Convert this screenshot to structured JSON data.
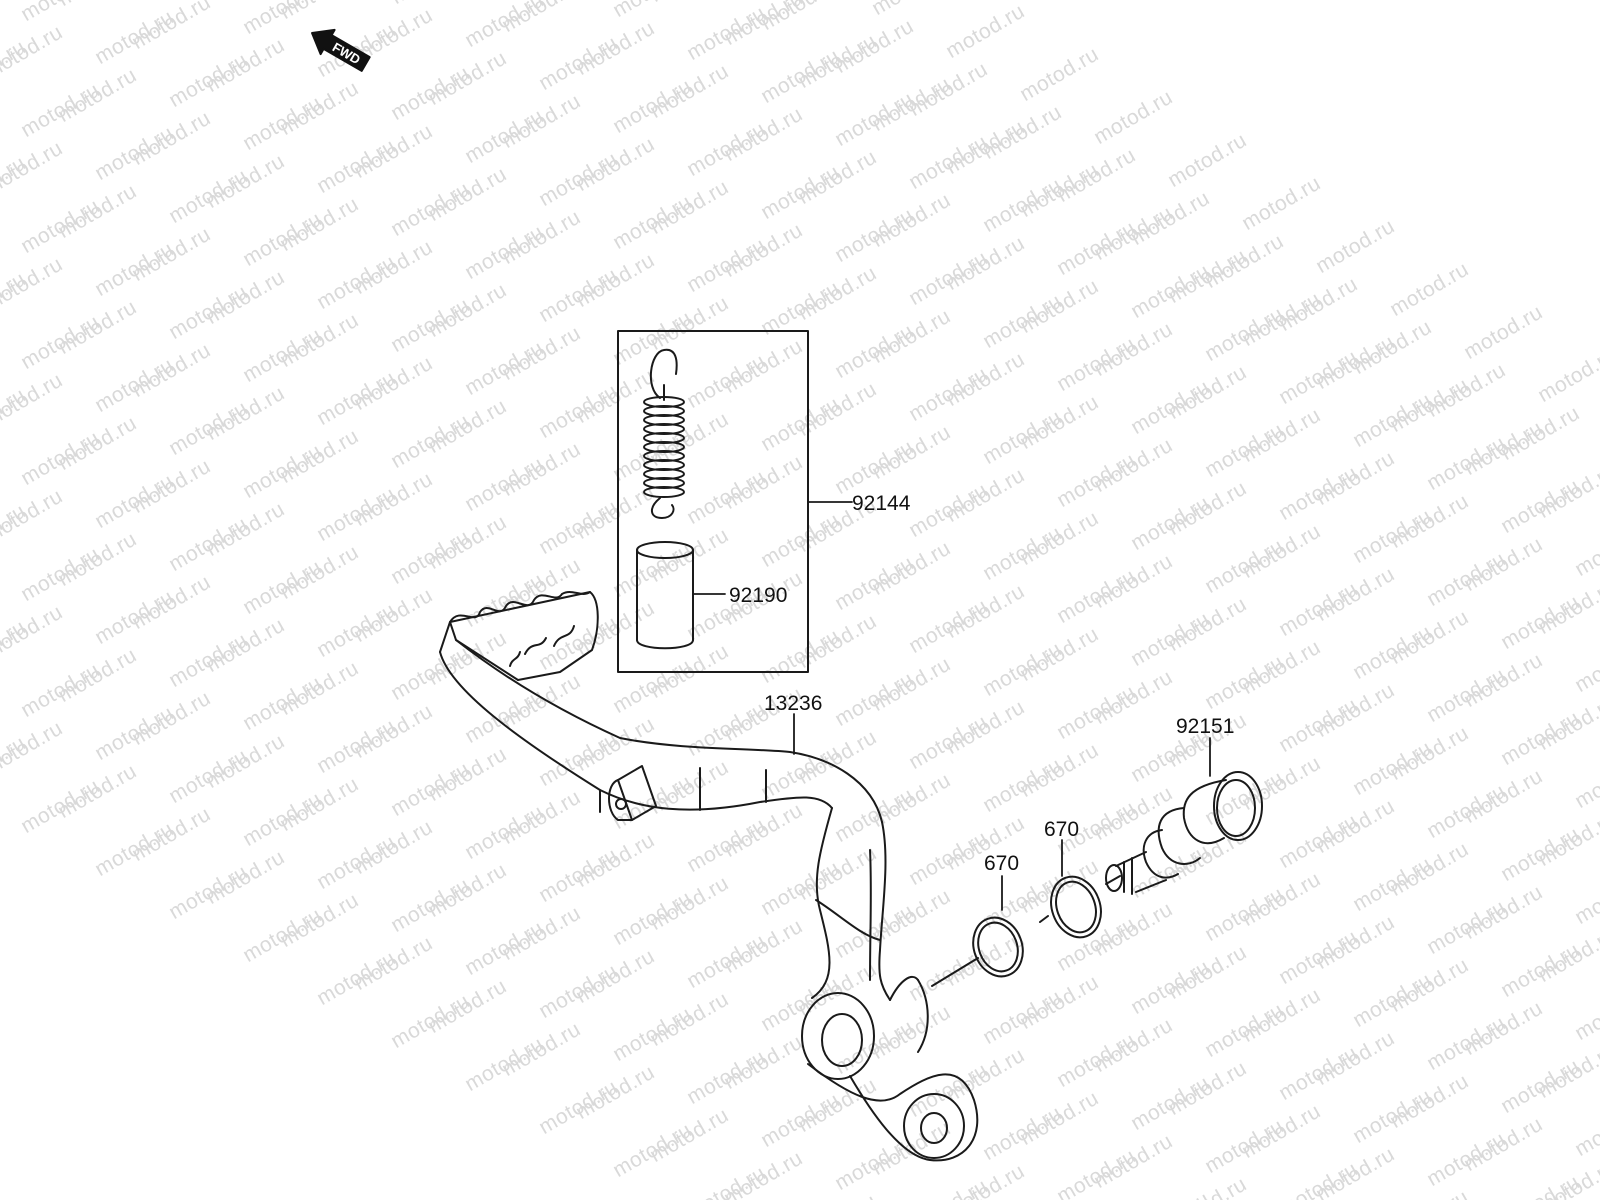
{
  "watermark": {
    "text": "motod.ru"
  },
  "fwd_arrow": {
    "label": "FWD"
  },
  "callouts": {
    "spring_kit": "92144",
    "collar": "92190",
    "brake_pedal": "13236",
    "pivot_bolt": "92151",
    "o_ring_inner": "670",
    "o_ring_outer": "670"
  },
  "colors": {
    "line": "#1a1a1a",
    "watermark": "#d9d9d9",
    "background": "#ffffff"
  }
}
